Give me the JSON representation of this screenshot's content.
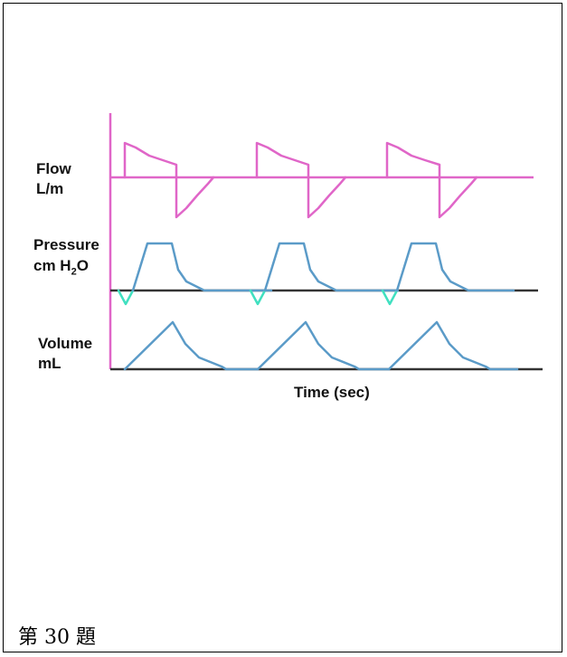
{
  "figure": {
    "labels": {
      "flow": "Flow",
      "flow_unit": "L/m",
      "pressure": "Pressure",
      "pressure_unit_prefix": "cm H",
      "pressure_unit_sub": "2",
      "pressure_unit_suffix": "O",
      "volume": "Volume",
      "volume_unit": "mL",
      "time_axis": "Time (sec)"
    },
    "colors": {
      "flow": "#E066C8",
      "pressure": "#5B9BC8",
      "volume": "#5B9BC8",
      "patient_trigger": "#40E0C0",
      "baseline": "#333333",
      "frame": "#000000"
    },
    "breath_count": 3
  },
  "caption": "第 30 題"
}
